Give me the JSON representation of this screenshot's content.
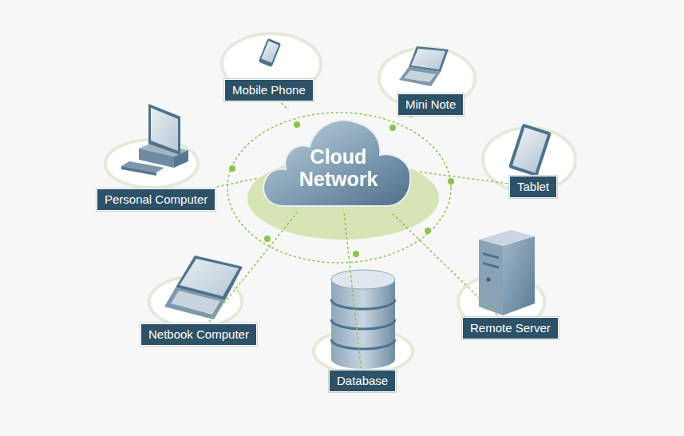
{
  "diagram": {
    "nodes": [
      {
        "text": [
          "Mobile Phone"
        ]
      },
      {
        "text": [
          "Mini Note"
        ]
      },
      {
        "text": [
          "Cloud Network"
        ]
      },
      {
        "text": [
          "Tablet"
        ]
      },
      {
        "text": [
          "Personal Computer"
        ]
      },
      {
        "text": [
          "Remote Server"
        ]
      },
      {
        "text": [
          "Netbook Computer"
        ]
      },
      {
        "text": [
          "Database"
        ]
      }
    ],
    "edges": [
      {
        "from": 0,
        "to": 2,
        "arrow": "none"
      },
      {
        "from": 1,
        "to": 2,
        "arrow": "none"
      },
      {
        "from": 3,
        "to": 2,
        "arrow": "none"
      },
      {
        "from": 4,
        "to": 2,
        "arrow": "none"
      },
      {
        "from": 5,
        "to": 2,
        "arrow": "none"
      },
      {
        "from": 6,
        "to": 2,
        "arrow": "none"
      },
      {
        "from": 7,
        "to": 2,
        "arrow": "none"
      }
    ]
  }
}
